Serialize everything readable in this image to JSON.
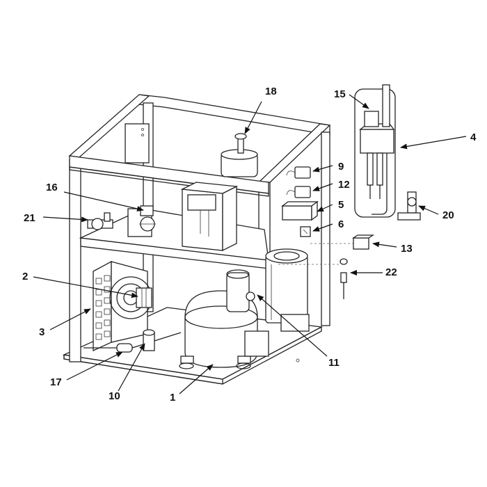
{
  "callouts": [
    {
      "id": "c1",
      "label": "1"
    },
    {
      "id": "c2",
      "label": "2"
    },
    {
      "id": "c3",
      "label": "3"
    },
    {
      "id": "c4",
      "label": "4"
    },
    {
      "id": "c5",
      "label": "5"
    },
    {
      "id": "c6",
      "label": "6"
    },
    {
      "id": "c9",
      "label": "9"
    },
    {
      "id": "c10",
      "label": "10"
    },
    {
      "id": "c11",
      "label": "11"
    },
    {
      "id": "c12",
      "label": "12"
    },
    {
      "id": "c13",
      "label": "13"
    },
    {
      "id": "c15",
      "label": "15"
    },
    {
      "id": "c16",
      "label": "16"
    },
    {
      "id": "c17",
      "label": "17"
    },
    {
      "id": "c18",
      "label": "18"
    },
    {
      "id": "c20",
      "label": "20"
    },
    {
      "id": "c21",
      "label": "21"
    },
    {
      "id": "c22",
      "label": "22"
    }
  ],
  "colors": {
    "line": "#222222",
    "background": "#ffffff"
  }
}
